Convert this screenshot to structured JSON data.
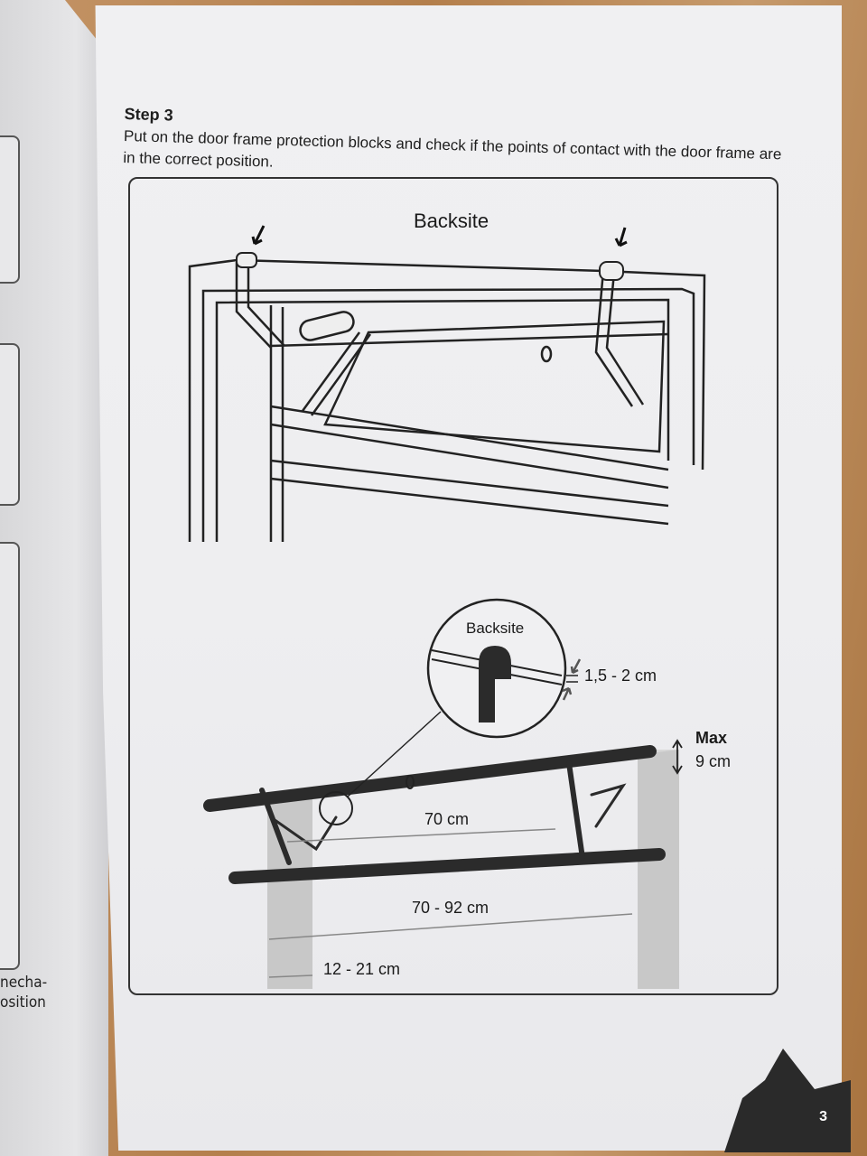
{
  "step": {
    "title": "Step 3",
    "instruction": "Put on the door frame protection blocks and check if the points of contact with the door frame are in the correct position."
  },
  "diagram_top": {
    "label": "Backsite"
  },
  "diagram_bottom": {
    "zoom_label": "Backsite",
    "gap": "1,5 - 2 cm",
    "max_label": "Max",
    "max_value": "9 cm",
    "width_inner": "70 cm",
    "width_range": "70 - 92 cm",
    "depth_range": "12 - 21 cm"
  },
  "left_page": {
    "line1": "necha-",
    "line2": "osition"
  },
  "page_number": "3",
  "colors": {
    "brand_corner": "#2a2a2a",
    "page": "#eeeef0"
  }
}
